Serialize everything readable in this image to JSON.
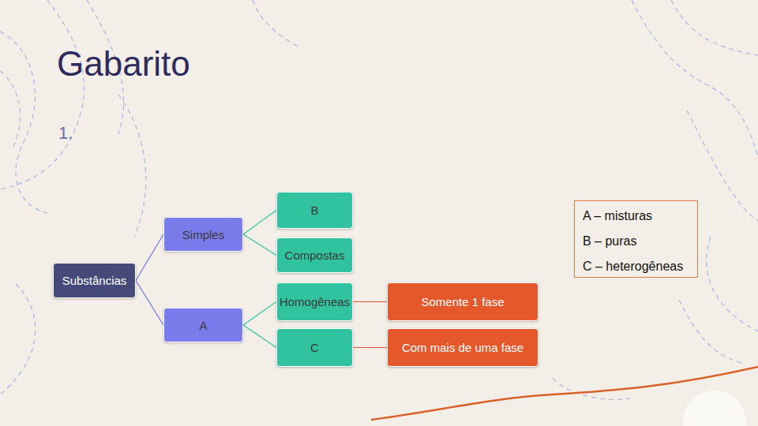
{
  "diagram": {
    "title": "Gabarito",
    "nodes": [
      {
        "text": [
          "Substâncias"
        ]
      },
      {
        "text": [
          "Simples"
        ]
      },
      {
        "text": [
          "B"
        ]
      },
      {
        "text": [
          "Compostas"
        ]
      },
      {
        "text": [
          "A"
        ]
      },
      {
        "text": [
          "Homogêneas"
        ]
      },
      {
        "text": [
          "C"
        ]
      },
      {
        "text": [
          "Somente 1 fase"
        ]
      },
      {
        "text": [
          "Com mais de uma fase"
        ]
      },
      {
        "text": [
          "A – misturas",
          "B – puras",
          "C – heterogêneas"
        ]
      }
    ],
    "edges": [
      {
        "from": 0,
        "to": 1,
        "arrow": "none"
      },
      {
        "from": 0,
        "to": 4,
        "arrow": "none"
      },
      {
        "from": 1,
        "to": 2,
        "arrow": "none"
      },
      {
        "from": 1,
        "to": 3,
        "arrow": "none"
      },
      {
        "from": 4,
        "to": 5,
        "arrow": "none"
      },
      {
        "from": 4,
        "to": 6,
        "arrow": "none"
      },
      {
        "from": 5,
        "to": 7,
        "arrow": "none"
      },
      {
        "from": 6,
        "to": 8,
        "arrow": "none"
      }
    ],
    "labels": [
      "1."
    ]
  }
}
